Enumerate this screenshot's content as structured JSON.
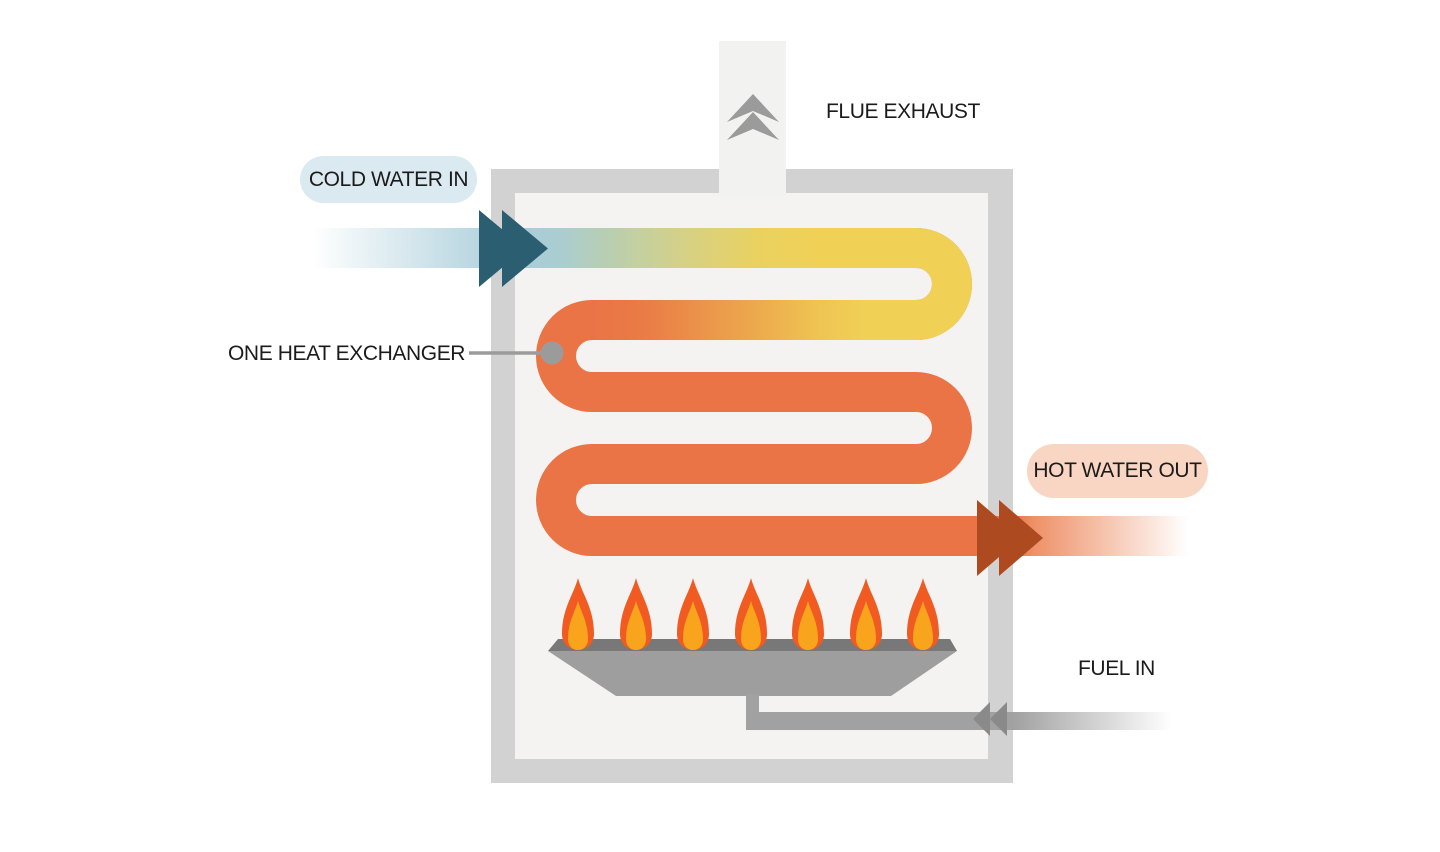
{
  "diagram": {
    "subject": "tankless water heater cutaway",
    "labels": {
      "flue_exhaust": "FLUE EXHAUST",
      "cold_water_in": "COLD WATER IN",
      "one_heat_exchanger": "ONE HEAT EXCHANGER",
      "hot_water_out": "HOT WATER OUT",
      "fuel_in": "FUEL IN"
    },
    "icons": {
      "cold_water_arrow": "double-chevron-right",
      "hot_water_arrow": "double-chevron-right",
      "flue_arrow": "double-chevron-up",
      "fuel_arrow": "double-chevron-left",
      "leader": "line-with-dot"
    },
    "heat_exchanger_pass_count": 5,
    "burner_flame_count": 7,
    "colors": {
      "cold_arrow": "#2b5e71",
      "cold_stream": "#a9cdda",
      "cold_pill_bg": "#dbe9f1",
      "pipe_orange": "#ea7446",
      "pipe_yellow": "#f0d156",
      "hot_arrow": "#ad4a1f",
      "hot_pill_bg": "#f8d6c3",
      "frame_gray": "#d2d2d2",
      "interior_bg": "#f4f3f2",
      "flue_bg": "#f2f2f1",
      "burner_body": "#9e9e9e",
      "burner_edge": "#787878",
      "fuel_pipe": "#a1a1a1",
      "fuel_arrow": "#8a8a8a",
      "flame_outer": "#f15b22",
      "flame_inner": "#f9a41d",
      "leader_gray": "#9b9b9b",
      "label_text": "#1b1b1b"
    }
  }
}
